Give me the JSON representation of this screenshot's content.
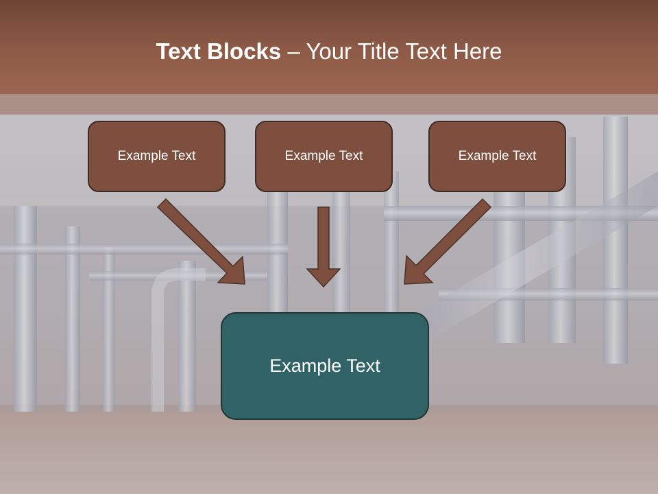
{
  "slide": {
    "title_bold": "Text Blocks",
    "title_separator": " – ",
    "title_rest": "Your Title Text Here",
    "boxes_top": [
      {
        "label": "Example Text"
      },
      {
        "label": "Example Text"
      },
      {
        "label": "Example Text"
      }
    ],
    "box_bottom": {
      "label": "Example Text"
    }
  },
  "colors": {
    "title_band": "#8e5b47",
    "box_brown": "#7e4e3f",
    "box_teal": "#316366",
    "arrow": "#7e4e3f",
    "arrow_stroke": "#4a3128"
  }
}
